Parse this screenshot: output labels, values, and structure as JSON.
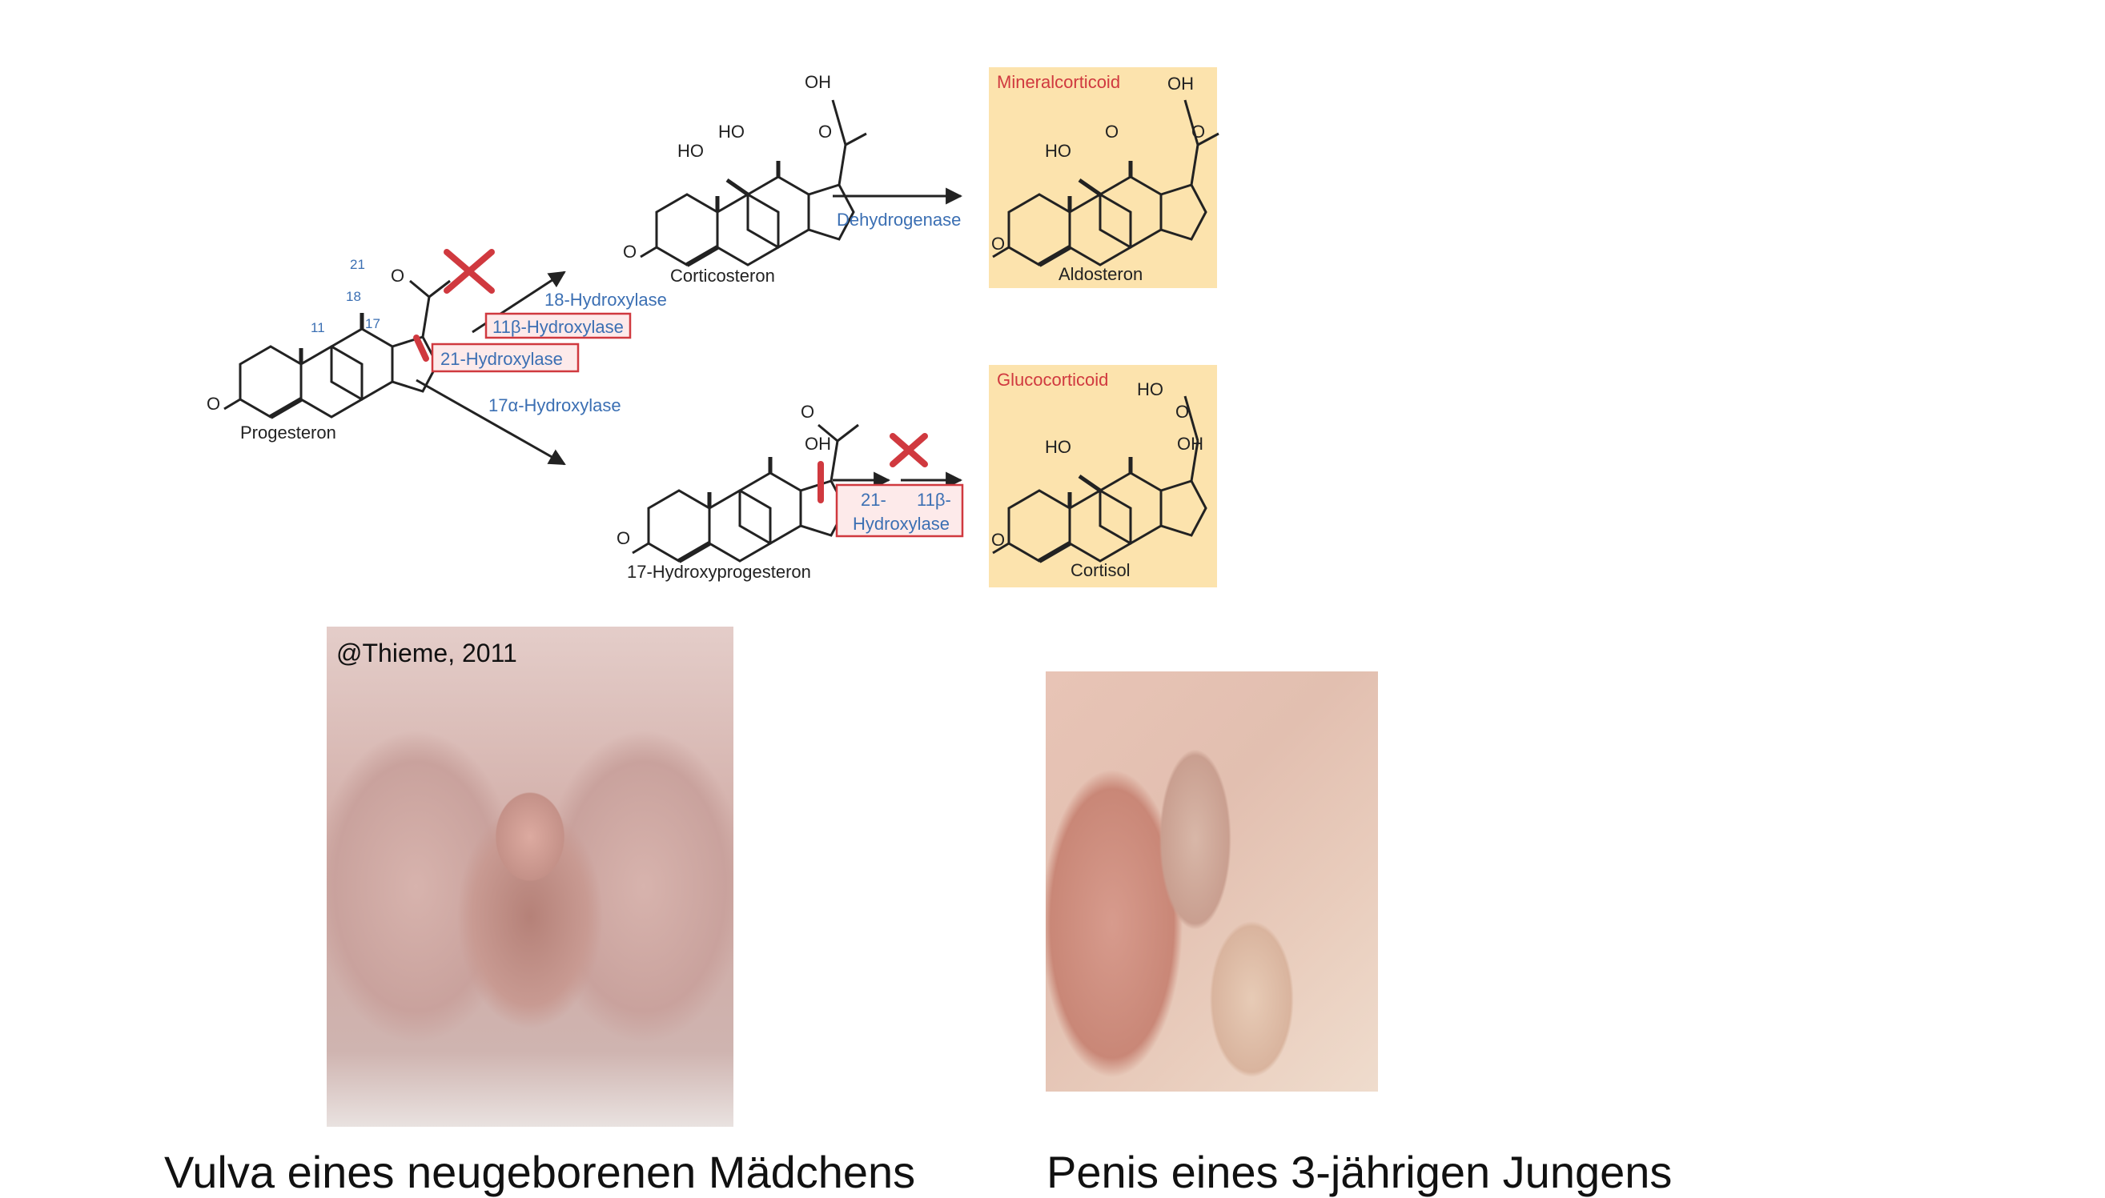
{
  "diagram": {
    "molecules": {
      "progesteron": "Progesteron",
      "corticosteron": "Corticosteron",
      "aldosteron": "Aldosteron",
      "hydroxyprogesteron": "17-Hydroxyprogesteron",
      "cortisol": "Cortisol"
    },
    "enzymes": {
      "hydroxylase18": "18-Hydroxylase",
      "hydroxylase11b": "11β-Hydroxylase",
      "hydroxylase21": "21-Hydroxylase",
      "hydroxylase17a": "17α-Hydroxylase",
      "dehydrogenase": "Dehydrogenase",
      "combined_line1a": "21-",
      "combined_line1b": "11β-",
      "combined_line2": "Hydroxylase"
    },
    "classes": {
      "mineral": "Mineralcorticoid",
      "gluco": "Glucocorticoid"
    },
    "atoms": {
      "oh": "OH",
      "ho": "HO",
      "o": "O",
      "n21": "21",
      "n18": "18",
      "n11": "11",
      "n17": "17"
    },
    "colors": {
      "enzyme_blue": "#3b6fb3",
      "block_red": "#d0393f",
      "box_fill": "#fce3ad",
      "highlight_fill": "#fdeaea"
    }
  },
  "photos": {
    "left": {
      "copyright": "@Thieme,  2011",
      "caption": "Vulva eines neugeborenen Mädchens"
    },
    "right": {
      "caption": "Penis eines 3-jährigen Jungens"
    }
  }
}
